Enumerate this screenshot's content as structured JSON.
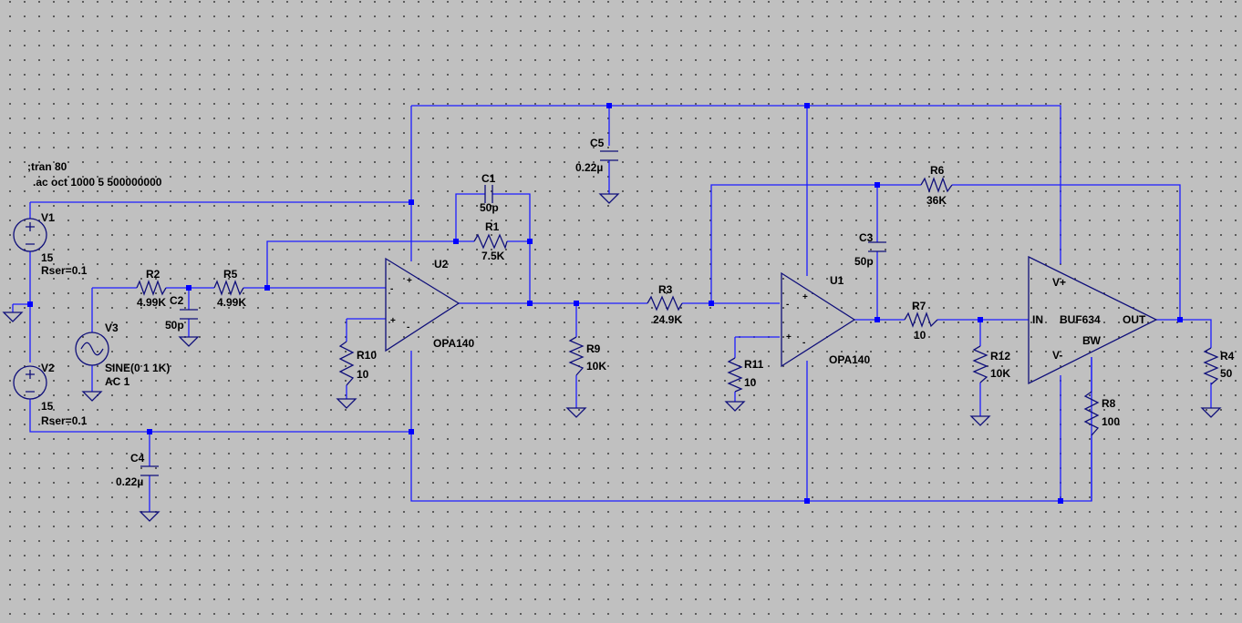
{
  "directives": {
    "tran": ";tran 80",
    "ac": ".ac oct 1000 5 500000000"
  },
  "sources": {
    "V1": {
      "name": "V1",
      "value": "15",
      "rser": "Rser=0.1"
    },
    "V2": {
      "name": "V2",
      "value": "15",
      "rser": "Rser=0.1"
    },
    "V3": {
      "name": "V3",
      "value": "SINE(0 1 1K)",
      "ac": "AC 1"
    }
  },
  "resistors": {
    "R1": {
      "name": "R1",
      "value": "7.5K"
    },
    "R2": {
      "name": "R2",
      "value": "4.99K"
    },
    "R3": {
      "name": "R3",
      "value": "24.9K"
    },
    "R4": {
      "name": "R4",
      "value": "50"
    },
    "R5": {
      "name": "R5",
      "value": "4.99K"
    },
    "R6": {
      "name": "R6",
      "value": "36K"
    },
    "R7": {
      "name": "R7",
      "value": "10"
    },
    "R8": {
      "name": "R8",
      "value": "100"
    },
    "R9": {
      "name": "R9",
      "value": "10K"
    },
    "R10": {
      "name": "R10",
      "value": "10"
    },
    "R11": {
      "name": "R11",
      "value": "10"
    },
    "R12": {
      "name": "R12",
      "value": "10K"
    }
  },
  "capacitors": {
    "C1": {
      "name": "C1",
      "value": "50p"
    },
    "C2": {
      "name": "C2",
      "value": "50p"
    },
    "C3": {
      "name": "C3",
      "value": "50p"
    },
    "C4": {
      "name": "C4",
      "value": "0.22µ"
    },
    "C5": {
      "name": "C5",
      "value": "0.22µ"
    }
  },
  "opamps": {
    "U1": {
      "name": "U1",
      "model": "OPA140"
    },
    "U2": {
      "name": "U2",
      "model": "OPA140"
    }
  },
  "buffer": {
    "model": "BUF634",
    "pins": {
      "vplus": "V+",
      "vminus": "V-",
      "in": "IN",
      "out": "OUT",
      "bw": "BW"
    }
  },
  "pin_signs": {
    "plus": "+",
    "minus": "-"
  }
}
